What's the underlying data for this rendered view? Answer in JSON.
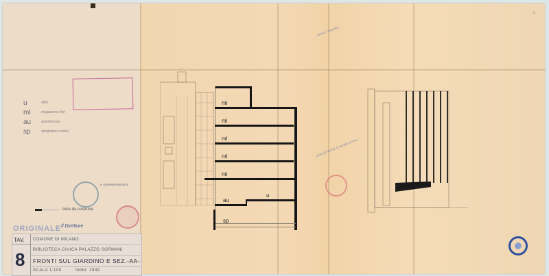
{
  "sheet": {
    "page_mark": "9",
    "legend": [
      {
        "code": "u",
        "desc": "uffici"
      },
      {
        "code": "ml",
        "desc": "magazzeno libri"
      },
      {
        "code": "au",
        "desc": "autorimessa"
      },
      {
        "code": "sp",
        "desc": "spogliatoio uomini"
      }
    ],
    "key_text": "zone da costruire",
    "stamps": {
      "soprintendente": "IL SOPRINTENDENTE",
      "direttore": "Il Direttore",
      "uffici_tecnici": "UFFICI TECNICI",
      "uffici_tecnici_sub": "BIBLIOTECHE E MUSEI CIVICI"
    },
    "original_label": "ORIGINALE",
    "title_block": {
      "tav_label": "TAV.",
      "tav_number": "8",
      "row1": "COMUNE DI MILANO",
      "row2": "BIBLIOTECA CIVICA   PALAZZO SORMANI",
      "title": "FRONTI SUL GIARDINO E SEZ.-AA-",
      "scale": "SCALA 1:100",
      "date": "febbr. 1949"
    },
    "section_labels": [
      "ml",
      "ml",
      "ml",
      "ml",
      "ml",
      "au",
      "u",
      "sp"
    ],
    "colors": {
      "paper": "#f3dcbc",
      "ink": "#151515",
      "stamp_magenta": "#c7669a",
      "stamp_blue": "#2e4f9e",
      "stamp_red": "#d77a7a"
    }
  }
}
